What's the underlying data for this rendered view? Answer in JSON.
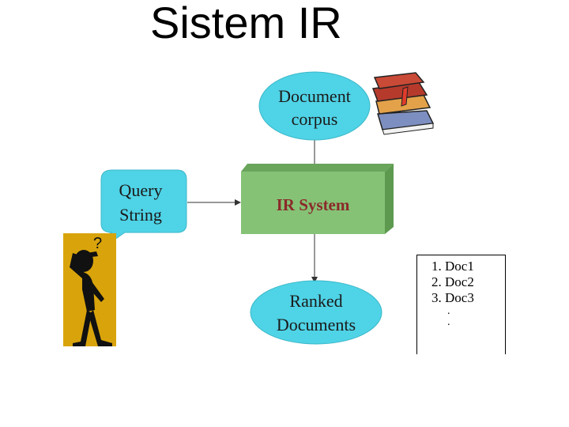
{
  "title": "Sistem IR",
  "diagram": {
    "corpus": {
      "line1": "Document",
      "line2": "corpus"
    },
    "query": {
      "line1": "Query",
      "line2": "String"
    },
    "system": {
      "label": "IR System"
    },
    "ranked": {
      "line1": "Ranked",
      "line2": "Documents"
    },
    "question_mark": "?",
    "results": {
      "items": [
        "1. Doc1",
        "2. Doc2",
        "3. Doc3"
      ],
      "dots": [
        ".",
        "."
      ]
    }
  },
  "colors": {
    "ellipse_fill": "#4fd3e6",
    "box_fill": "#85c276",
    "box_top": "#6aa55c",
    "box_side": "#5d9a50",
    "system_text": "#8b2a2a",
    "person_bg": "#d9a40b",
    "arrow": "#333333"
  }
}
